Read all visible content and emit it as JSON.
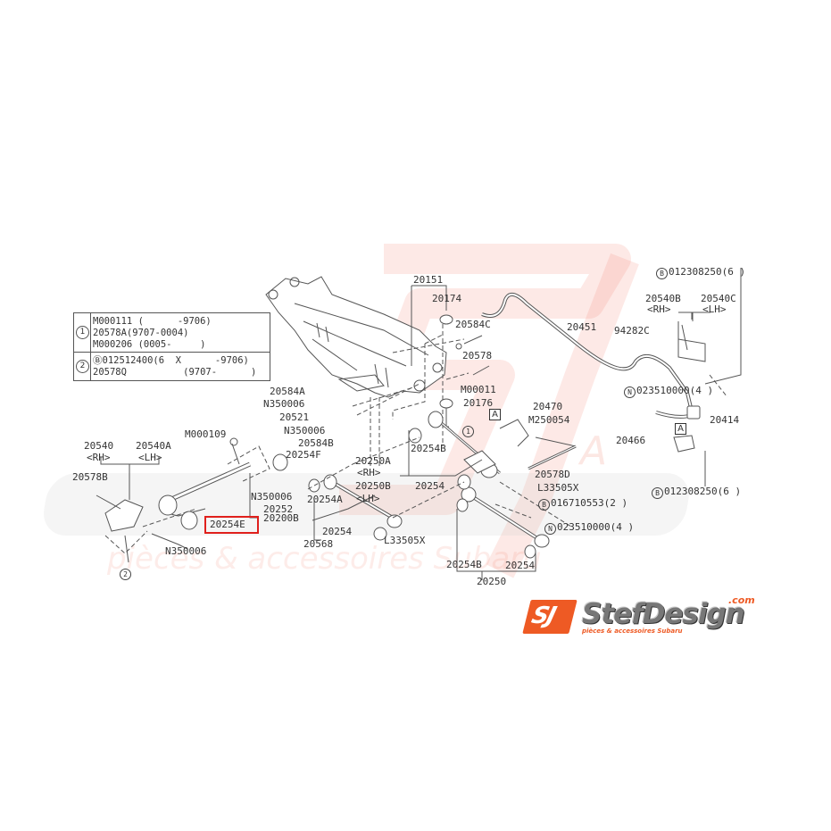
{
  "diagram": {
    "title_callouts": {
      "subframe": "20151",
      "subframe_stopper_upper": "20174",
      "subframe_stopper_lower": "20176",
      "washer_c": "20584C",
      "bolt_20578": "20578",
      "bolt_m00011": "M00011",
      "stabilizer": "20451"
    },
    "notes_table": {
      "rows": [
        {
          "marker": "1",
          "lines": [
            "M000111 (      -9706)",
            "20578A(9707-0004)",
            "M000206 (0005-     )"
          ]
        },
        {
          "marker": "2",
          "lines": [
            "Ⓑ012512400(6  X      -9706)",
            "20578Q          (9707-      )"
          ]
        }
      ]
    },
    "labels": {
      "b_012308250_top": "012308250(6 )",
      "p20540B": "20540B",
      "rh_top": "<RH>",
      "p20540C": "20540C",
      "lh_top": "<LH>",
      "p94282C": "94282C",
      "n_023510000_a": "023510000(4 )",
      "p20414": "20414",
      "p20466": "20466",
      "b_012308250_bottom": "012308250(6 )",
      "p20584A": "20584A",
      "pN350006_a": "N350006",
      "p20521": "20521",
      "pN350006_b": "N350006",
      "p20584B": "20584B",
      "p20254F": "20254F",
      "p20254B_top": "20254B",
      "p20470": "20470",
      "pM250054": "M250054",
      "p20578D": "20578D",
      "pL33505X_a": "L33505X",
      "b_016710553": "016710553(2 )",
      "n_023510000_b": "023510000(4 )",
      "p20250A": "20250A",
      "rh_mid": "<RH>",
      "p20250B": "20250B",
      "lh_mid": "<LH>",
      "p20254_mid": "20254",
      "p20254A": "20254A",
      "p20252": "20252",
      "p20200B": "20200B",
      "p20254_low": "20254",
      "p20568": "20568",
      "pL33505X_b": "L33505X",
      "p20254B_bottom": "20254B",
      "p20254_right": "20254",
      "p20250": "20250",
      "pM000109": "M000109",
      "p20540": "20540",
      "rh_left": "<RH>",
      "p20540A": "20540A",
      "lh_left": "<LH>",
      "p20578B": "20578B",
      "pN350006_c": "N350006",
      "pN350006_d": "N350006",
      "p20254E": "20254E",
      "circle_1": "1",
      "circle_2": "2",
      "marker_A": "A",
      "marker_B": "B",
      "marker_N": "N"
    },
    "highlighted_part": "20254E",
    "highlight_color": "#e0201c"
  },
  "branding": {
    "logo_mark": "SJ",
    "logo_name": "StefDesign",
    "logo_domain": ".com",
    "logo_tagline": "pièces & accessoires Subaru",
    "watermark_line": "pièces & accessoires Subaru",
    "accent_color": "#ee5a24"
  }
}
